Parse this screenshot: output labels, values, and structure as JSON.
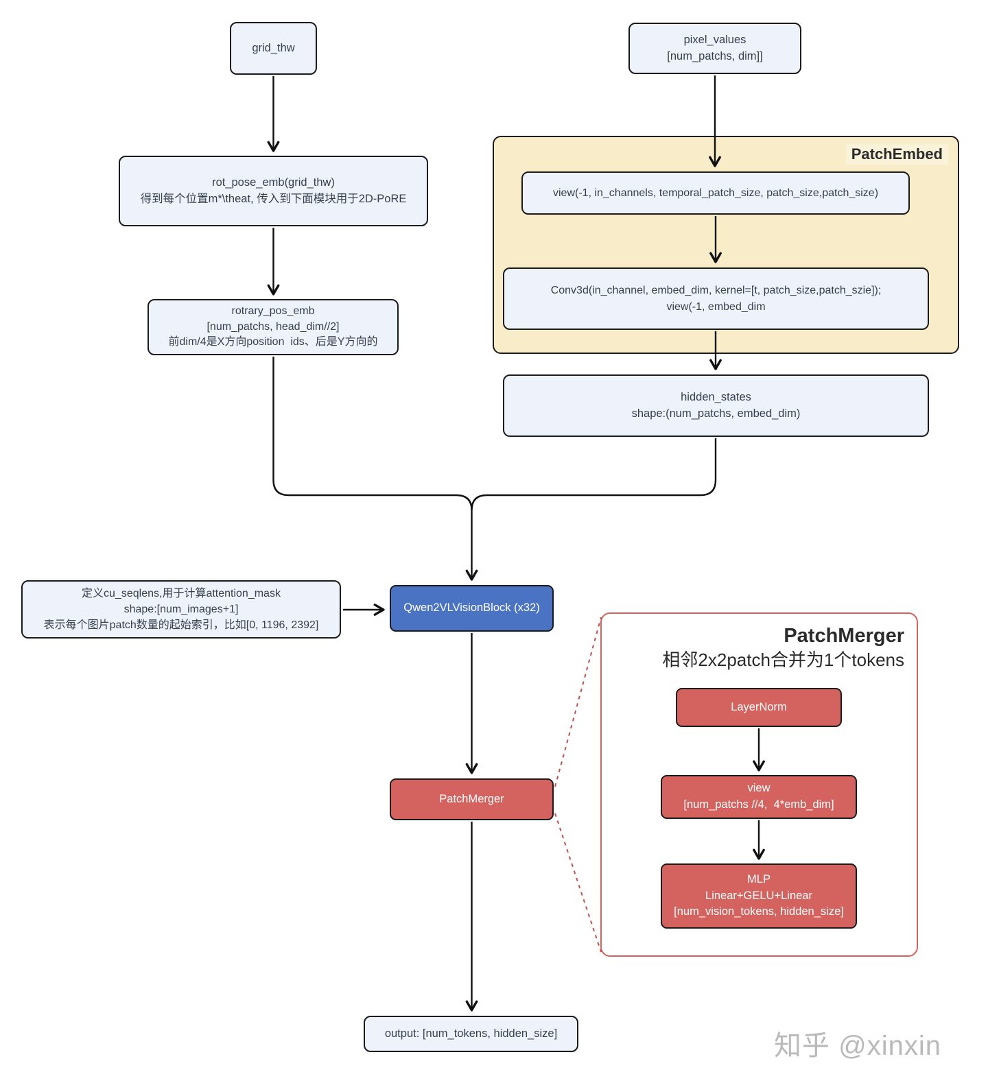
{
  "panels": {
    "patch_embed": {
      "title": "PatchEmbed"
    },
    "patch_merger": {
      "title": "PatchMerger",
      "subtitle": "相邻2x2patch合并为1个tokens"
    }
  },
  "nodes": {
    "grid_thw": {
      "lines": [
        "grid_thw"
      ]
    },
    "pixel_values": {
      "lines": [
        "pixel_values",
        "[num_patchs, dim]]"
      ]
    },
    "rot_pose_emb": {
      "lines": [
        "rot_pose_emb(grid_thw)",
        "得到每个位置m*\\theat, 传入到下面模块用于2D-PoRE"
      ]
    },
    "rotrary_pos_emb": {
      "lines": [
        "rotrary_pos_emb",
        "[num_patchs, head_dim//2]",
        "前dim/4是X方向position  ids、后是Y方向的"
      ]
    },
    "view_reshape": {
      "lines": [
        "view(-1, in_channels, temporal_patch_size, patch_size,patch_size)"
      ]
    },
    "conv3d": {
      "lines": [
        "Conv3d(in_channel, embed_dim, kernel=[t, patch_size,patch_szie]);",
        "view(-1, embed_dim"
      ]
    },
    "hidden_states": {
      "lines": [
        "hidden_states",
        "shape:(num_patchs, embed_dim)"
      ]
    },
    "cu_seqlens": {
      "lines": [
        "定义cu_seqlens,用于计算attention_mask",
        "shape:[num_images+1]",
        "表示每个图片patch数量的起始索引，比如[0, 1196, 2392]"
      ]
    },
    "vision_block": {
      "lines": [
        "Qwen2VLVisionBlock (x32)"
      ]
    },
    "patch_merger": {
      "lines": [
        "PatchMerger"
      ]
    },
    "layer_norm": {
      "lines": [
        "LayerNorm"
      ]
    },
    "view_merge": {
      "lines": [
        "view",
        "[num_patchs //4,  4*emb_dim]"
      ]
    },
    "mlp": {
      "lines": [
        "MLP",
        "Linear+GELU+Linear",
        "[num_vision_tokens, hidden_size]"
      ]
    },
    "output": {
      "lines": [
        "output: [num_tokens, hidden_size]"
      ]
    }
  },
  "watermark": "知乎 @xinxin",
  "colors": {
    "node_fill": "#edf2fb",
    "node_border": "#1b1b1b",
    "accent_blue": "#4a73c4",
    "accent_red": "#d4625e",
    "panel_yellow": "#f9edc9",
    "dashed_red": "#c0504d",
    "watermark_gray": "#b9b9b9"
  }
}
